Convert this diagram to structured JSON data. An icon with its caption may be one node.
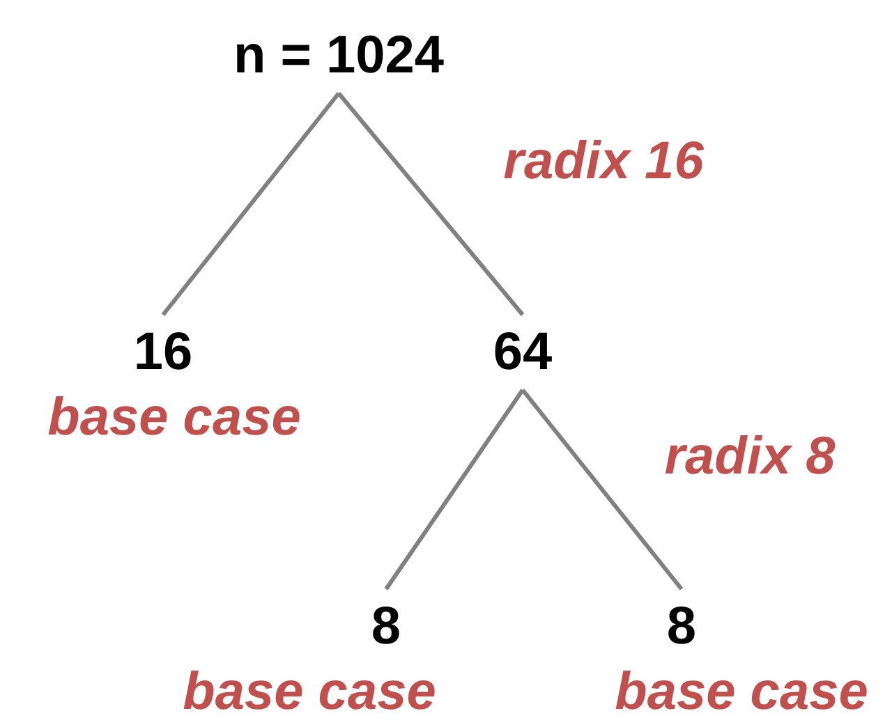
{
  "diagram": {
    "nodes": [
      {
        "text": [
          "n = 1024"
        ]
      },
      {
        "text": [
          "16"
        ],
        "beside": [
          "base case"
        ]
      },
      {
        "text": [
          "64"
        ]
      },
      {
        "text": [
          "8"
        ],
        "beside": [
          "base case"
        ]
      },
      {
        "text": [
          "8"
        ],
        "beside": [
          "base case"
        ]
      }
    ],
    "edges": [
      {
        "from": 0,
        "to": 1,
        "arrow": "none"
      },
      {
        "from": 0,
        "to": 2,
        "arrow": "none"
      },
      {
        "from": 2,
        "to": 3,
        "arrow": "none"
      },
      {
        "from": 2,
        "to": 4,
        "arrow": "none"
      }
    ],
    "labels": [
      "radix 16",
      "radix 8"
    ]
  }
}
